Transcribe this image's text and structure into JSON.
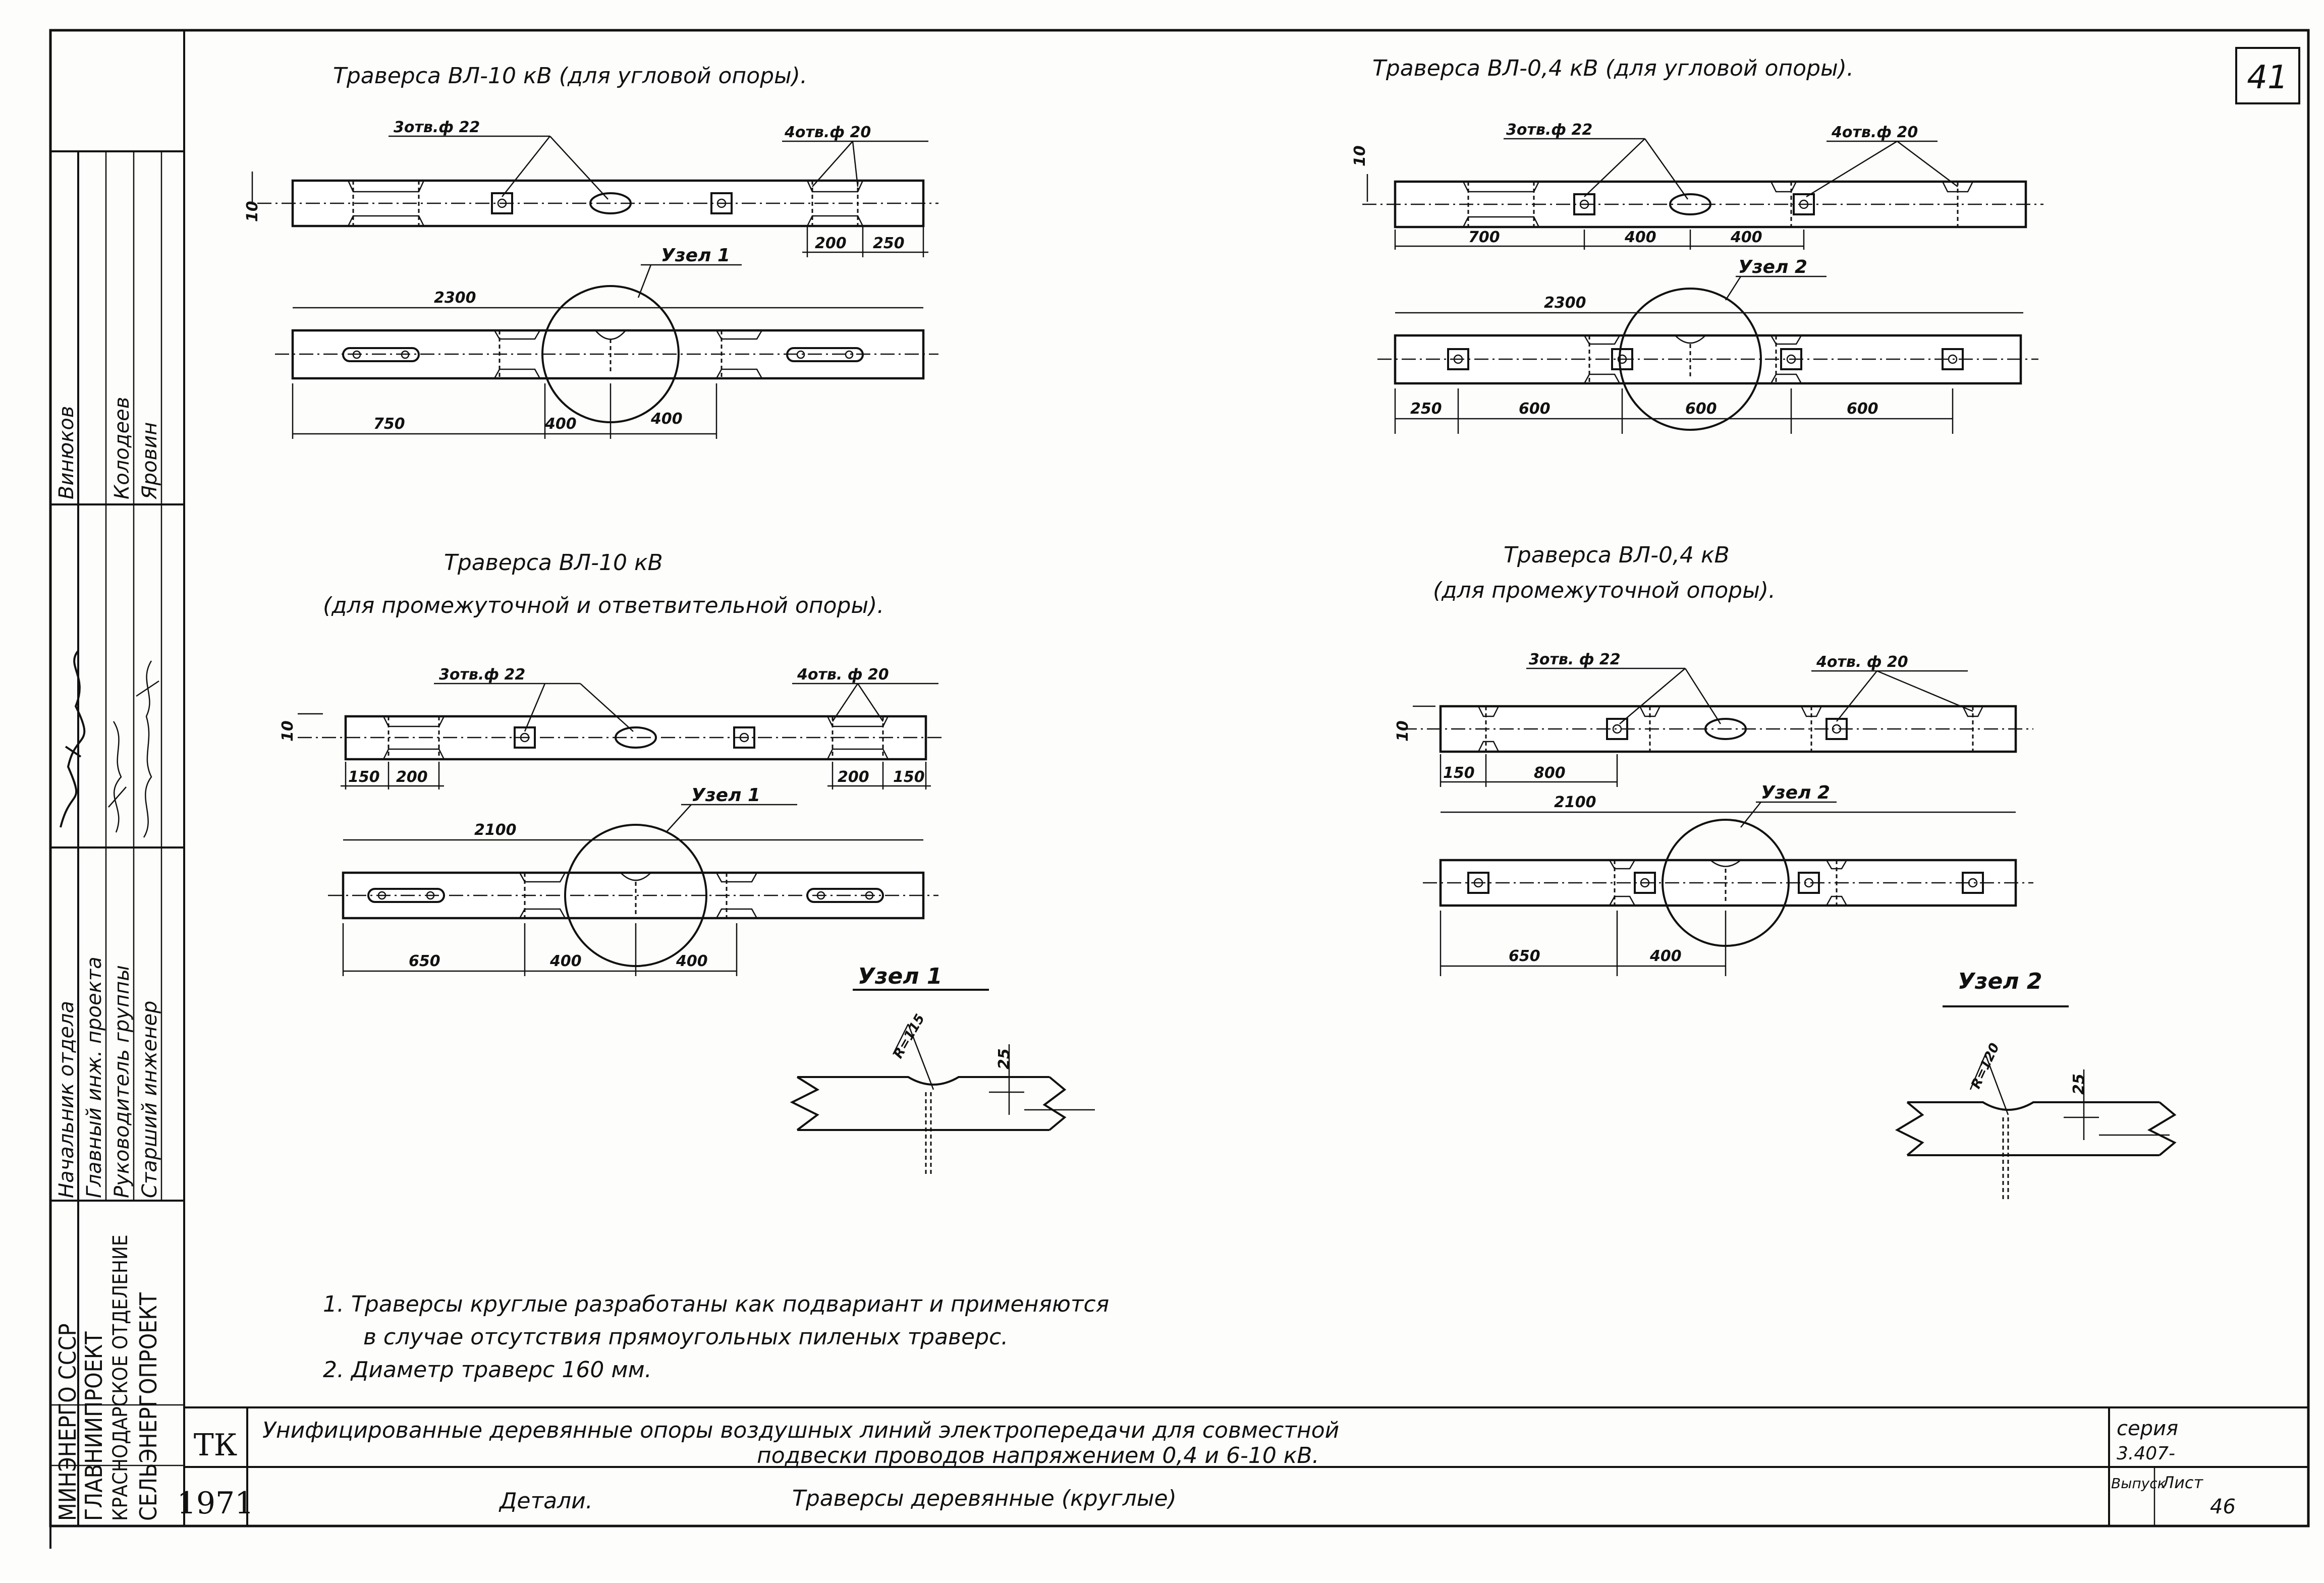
{
  "sheet": {
    "number": "41",
    "title_stamp": {
      "code": "ТК",
      "year": "1971",
      "description_line1": "Унифицированные деревянные опоры воздушных линий электропередачи для совместной",
      "description_line2": "подвески проводов напряжением 0,4 и 6-10 кВ.",
      "details_label": "Детали.",
      "details_title": "Траверсы деревянные (круглые)",
      "series_label": "серия",
      "series_value": "3.407-",
      "issue_label": "Выпуск",
      "sheet_label": "Лист",
      "sheet_value": "46"
    },
    "side_block": {
      "org_lines": [
        "МИНЭНЕРГО СССР",
        "ГЛАВНИИПРОЕКТ",
        "КРАСНОДАРСКОЕ ОТДЕЛЕНИЕ",
        "СЕЛЬЭНЕРГОПРОЕКТ"
      ],
      "roles": [
        "Начальник отдела",
        "Главный инж. проекта",
        "Руководитель группы",
        "Старший инженер"
      ],
      "names": [
        "Винюков",
        "Колодеев",
        "Яровин"
      ]
    }
  },
  "drawings": {
    "tl": {
      "title": "Траверса ВЛ-10 кВ (для угловой опоры).",
      "holes_a": "3отв.ф 22",
      "holes_b": "4отв.ф 20",
      "dims_top": [
        "200",
        "250"
      ],
      "thickness": "10",
      "total": "2300",
      "node": "Узел 1",
      "dims_bottom": [
        "750",
        "400",
        "400"
      ]
    },
    "tr": {
      "title": "Траверса ВЛ-0,4 кВ (для угловой опоры).",
      "holes_a": "3отв.ф 22",
      "holes_b": "4отв.ф 20",
      "dims_top": [
        "700",
        "400",
        "400"
      ],
      "thickness": "10",
      "total": "2300",
      "node": "Узел 2",
      "dims_bottom": [
        "250",
        "600",
        "600",
        "600"
      ]
    },
    "ml": {
      "title_line1": "Траверса ВЛ-10 кВ",
      "title_line2": "(для промежуточной и ответвительной опоры).",
      "holes_a": "3отв.ф 22",
      "holes_b": "4отв. ф 20",
      "dims_top_left": [
        "150",
        "200"
      ],
      "dims_top_right": [
        "200",
        "150"
      ],
      "thickness": "10",
      "total": "2100",
      "node": "Узел 1",
      "dims_bottom": [
        "650",
        "400",
        "400"
      ]
    },
    "mr": {
      "title_line1": "Траверса ВЛ-0,4 кВ",
      "title_line2": "(для промежуточной опоры).",
      "holes_a": "3отв. ф 22",
      "holes_b": "4отв. ф 20",
      "dims_top": [
        "150",
        "800"
      ],
      "thickness": "10",
      "total": "2100",
      "node": "Узел 2",
      "dims_bottom": [
        "650",
        "400"
      ]
    },
    "node1": {
      "title": "Узел 1",
      "radius": "R=115",
      "depth": "25"
    },
    "node2": {
      "title": "Узел 2",
      "radius": "R=120",
      "depth": "25"
    }
  },
  "notes": [
    "1.  Траверсы круглые разработаны как подвариант и применяются",
    "в случае отсутствия прямоугольных пиленых траверс.",
    "2.  Диаметр траверс 160 мм."
  ]
}
